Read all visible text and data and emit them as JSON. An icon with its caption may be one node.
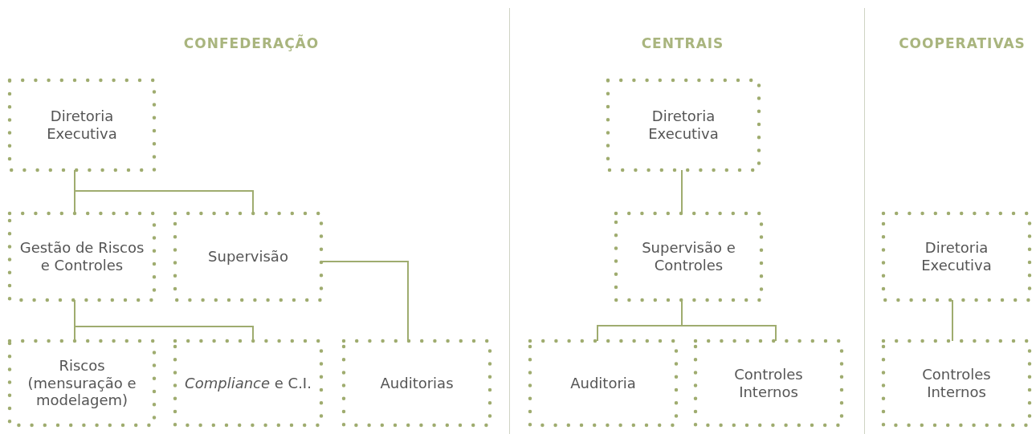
{
  "diagram": {
    "nodes": [
      {
        "text": [
          "Diretoria Executiva"
        ]
      },
      {
        "text": [
          "Gestão de Riscos e Controles"
        ]
      },
      {
        "text": [
          "Supervisão"
        ]
      },
      {
        "text": [
          "Riscos (mensuração e modelagem)"
        ]
      },
      {
        "text": [
          "*Compliance* e C.I."
        ]
      },
      {
        "text": [
          "Auditorias"
        ]
      },
      {
        "text": [
          "Diretoria Executiva"
        ]
      },
      {
        "text": [
          "Supervisão e Controles"
        ]
      },
      {
        "text": [
          "Auditoria"
        ]
      },
      {
        "text": [
          "Controles Internos"
        ]
      },
      {
        "text": [
          "Diretoria Executiva"
        ]
      },
      {
        "text": [
          "Controles Internos"
        ]
      }
    ],
    "edges": [
      {
        "from": 0,
        "to": 1,
        "arrow": "none"
      },
      {
        "from": 0,
        "to": 2,
        "arrow": "none"
      },
      {
        "from": 1,
        "to": 3,
        "arrow": "none"
      },
      {
        "from": 1,
        "to": 4,
        "arrow": "none"
      },
      {
        "from": 2,
        "to": 5,
        "arrow": "none"
      },
      {
        "from": 6,
        "to": 7,
        "arrow": "none"
      },
      {
        "from": 7,
        "to": 8,
        "arrow": "none"
      },
      {
        "from": 7,
        "to": 9,
        "arrow": "none"
      },
      {
        "from": 10,
        "to": 11,
        "arrow": "none"
      }
    ],
    "labels": [
      "CONFEDERAÇÃO",
      "CENTRAIS",
      "COOPERATIVAS"
    ]
  }
}
